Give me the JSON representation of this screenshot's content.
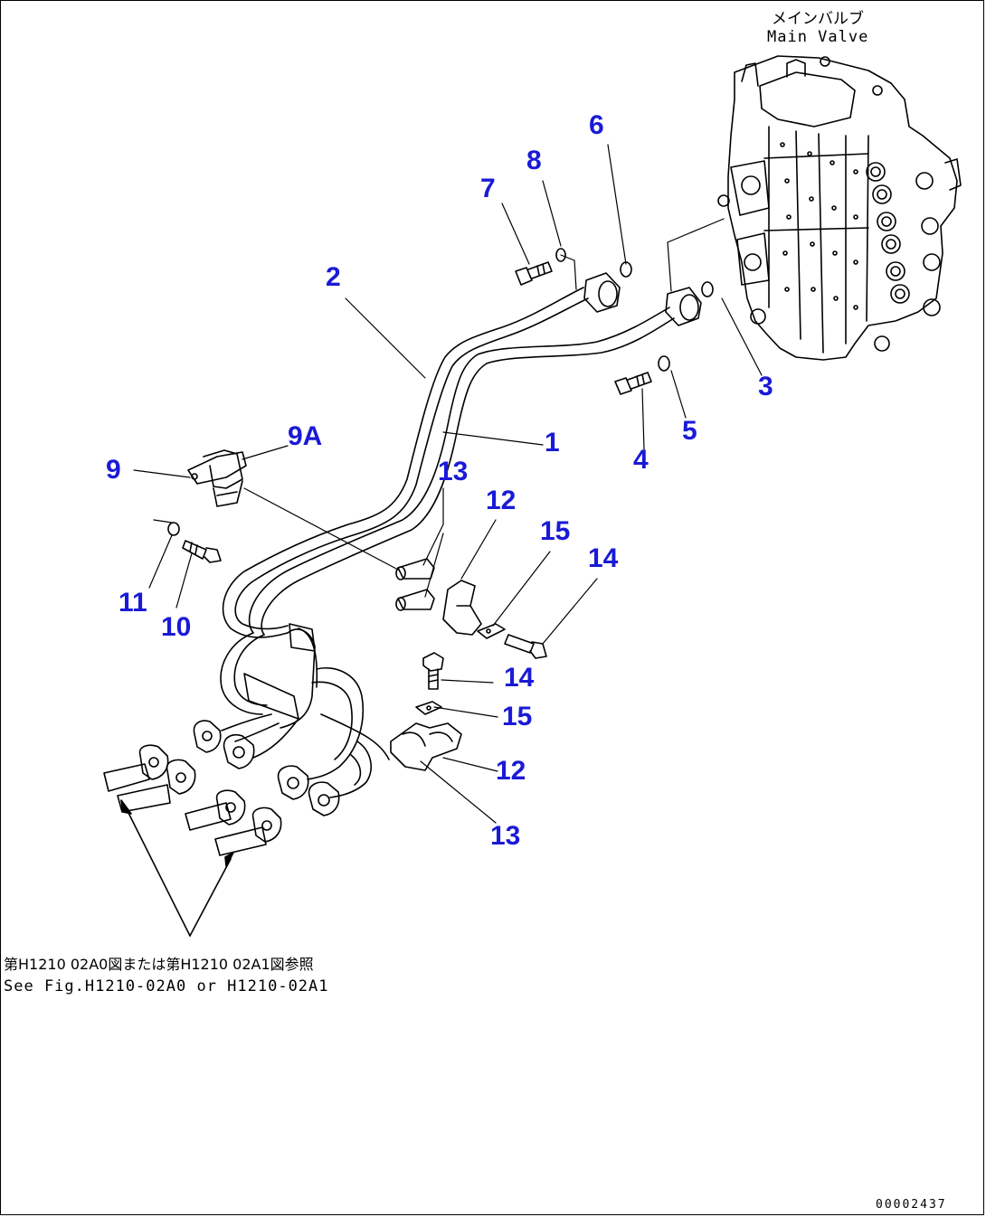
{
  "header": {
    "main_valve_jp": "メインバルブ",
    "main_valve_en": "Main Valve"
  },
  "callouts": [
    {
      "id": "c1",
      "label": "1"
    },
    {
      "id": "c2",
      "label": "2"
    },
    {
      "id": "c3",
      "label": "3"
    },
    {
      "id": "c4",
      "label": "4"
    },
    {
      "id": "c5",
      "label": "5"
    },
    {
      "id": "c6",
      "label": "6"
    },
    {
      "id": "c7",
      "label": "7"
    },
    {
      "id": "c8",
      "label": "8"
    },
    {
      "id": "c9",
      "label": "9"
    },
    {
      "id": "c9a",
      "label": "9A"
    },
    {
      "id": "c10",
      "label": "10"
    },
    {
      "id": "c11",
      "label": "11"
    },
    {
      "id": "c12a",
      "label": "12"
    },
    {
      "id": "c12b",
      "label": "12"
    },
    {
      "id": "c13a",
      "label": "13"
    },
    {
      "id": "c13b",
      "label": "13"
    },
    {
      "id": "c14a",
      "label": "14"
    },
    {
      "id": "c14b",
      "label": "14"
    },
    {
      "id": "c15a",
      "label": "15"
    },
    {
      "id": "c15b",
      "label": "15"
    }
  ],
  "reference_note": {
    "line_jp": "第H1210 02A0図または第H1210 02A1図参照",
    "line_en": "See Fig.H1210-02A0 or H1210-02A1"
  },
  "drawing_number": "00002437",
  "colors": {
    "callout": "#1a1ad6",
    "line": "#000000",
    "background": "#ffffff"
  }
}
